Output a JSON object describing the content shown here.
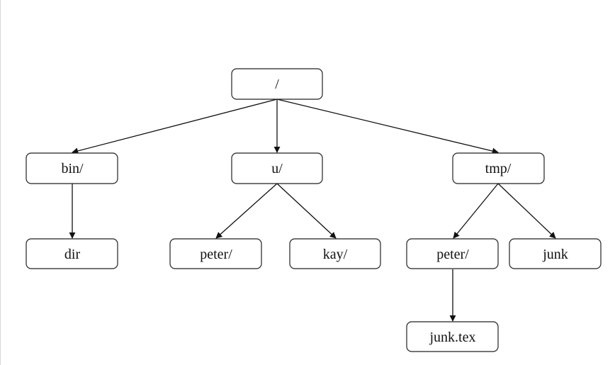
{
  "tree": {
    "root": {
      "label": "/"
    },
    "bin": {
      "label": "bin/"
    },
    "u": {
      "label": "u/"
    },
    "tmp": {
      "label": "tmp/"
    },
    "dir": {
      "label": "dir"
    },
    "u_peter": {
      "label": "peter/"
    },
    "kay": {
      "label": "kay/"
    },
    "tmp_peter": {
      "label": "peter/"
    },
    "junk": {
      "label": "junk"
    },
    "junk_tex": {
      "label": "junk.tex"
    }
  },
  "colors": {
    "stroke": "#222222",
    "text": "#111111",
    "background": "#ffffff"
  }
}
